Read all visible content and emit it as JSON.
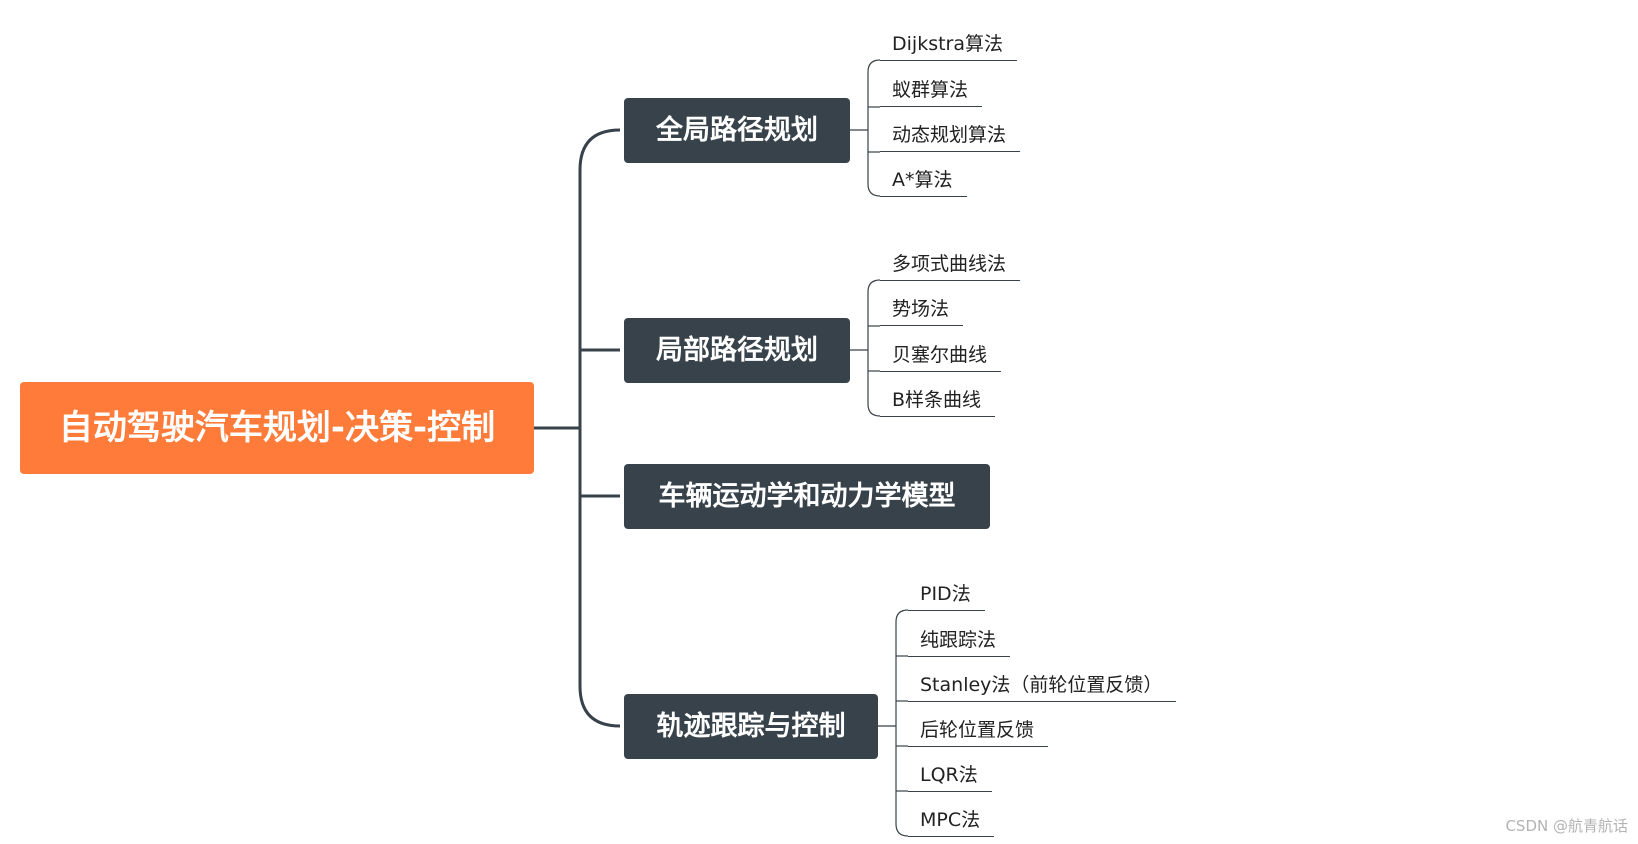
{
  "root": {
    "label": "自动驾驶汽车规划-决策-控制"
  },
  "branches": [
    {
      "label": "全局路径规划",
      "children": [
        "Dijkstra算法",
        "蚁群算法",
        "动态规划算法",
        "A*算法"
      ]
    },
    {
      "label": "局部路径规划",
      "children": [
        "多项式曲线法",
        "势场法",
        "贝塞尔曲线",
        "B样条曲线"
      ]
    },
    {
      "label": "车辆运动学和动力学模型",
      "children": []
    },
    {
      "label": "轨迹跟踪与控制",
      "children": [
        "PID法",
        "纯跟踪法",
        "Stanley法（前轮位置反馈）",
        "后轮位置反馈",
        "LQR法",
        "MPC法"
      ]
    }
  ],
  "watermark": "CSDN @航青航话",
  "colors": {
    "root_bg": "#ff7b3a",
    "branch_bg": "#37424a",
    "connector": "#37424a",
    "text_dark": "#222222"
  }
}
